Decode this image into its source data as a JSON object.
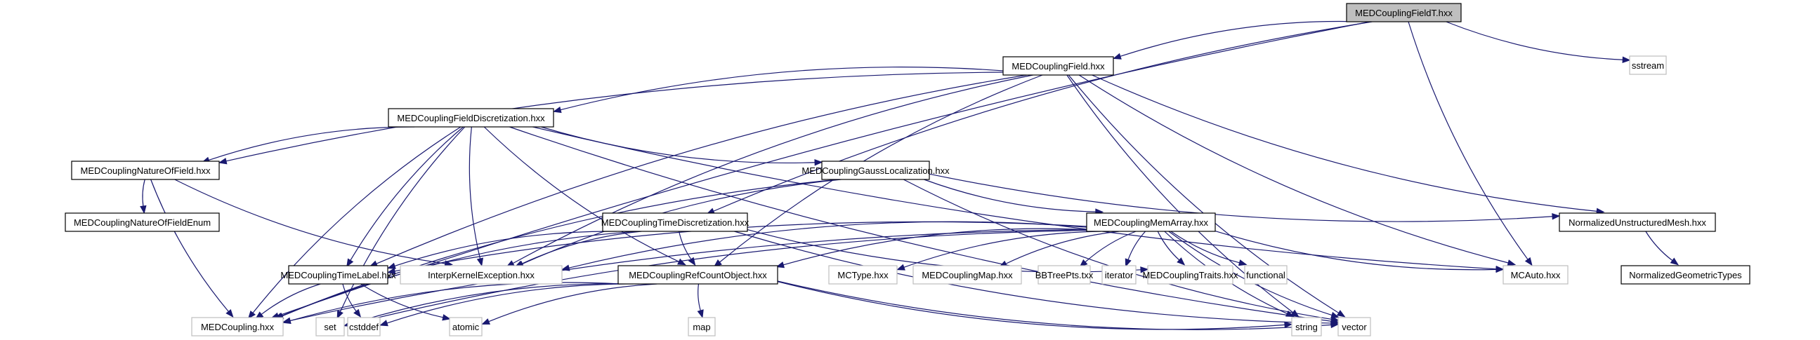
{
  "title": "MEDCouplingFieldT.hxx include dependency graph",
  "colors": {
    "edge": "#191970",
    "root_fill": "#bfbfbf",
    "main_border": "#000000",
    "external_border": "#bfbfbf"
  },
  "nodes": [
    {
      "id": "fieldT",
      "label": "MEDCouplingFieldT.hxx",
      "kind": "root"
    },
    {
      "id": "sstream",
      "label": "sstream",
      "kind": "ext"
    },
    {
      "id": "field",
      "label": "MEDCouplingField.hxx",
      "kind": "main"
    },
    {
      "id": "fdisc",
      "label": "MEDCouplingFieldDiscretization.hxx",
      "kind": "main"
    },
    {
      "id": "nature",
      "label": "MEDCouplingNatureOfField.hxx",
      "kind": "main"
    },
    {
      "id": "natureEnum",
      "label": "MEDCouplingNatureOfFieldEnum",
      "kind": "main"
    },
    {
      "id": "gauss",
      "label": "MEDCouplingGaussLocalization.hxx",
      "kind": "main"
    },
    {
      "id": "normMesh",
      "label": "NormalizedUnstructuredMesh.hxx",
      "kind": "main"
    },
    {
      "id": "tdisc",
      "label": "MEDCouplingTimeDiscretization.hxx",
      "kind": "main"
    },
    {
      "id": "memarray",
      "label": "MEDCouplingMemArray.hxx",
      "kind": "main"
    },
    {
      "id": "timelabel",
      "label": "MEDCouplingTimeLabel.hxx",
      "kind": "main"
    },
    {
      "id": "interpExc",
      "label": "InterpKernelException.hxx",
      "kind": "ext"
    },
    {
      "id": "refcount",
      "label": "MEDCouplingRefCountObject.hxx",
      "kind": "main"
    },
    {
      "id": "mctype",
      "label": "MCType.hxx",
      "kind": "ext"
    },
    {
      "id": "mcmap",
      "label": "MEDCouplingMap.hxx",
      "kind": "ext"
    },
    {
      "id": "bbtree",
      "label": "BBTreePts.txx",
      "kind": "ext"
    },
    {
      "id": "iterator",
      "label": "iterator",
      "kind": "ext"
    },
    {
      "id": "traits",
      "label": "MEDCouplingTraits.hxx",
      "kind": "ext"
    },
    {
      "id": "functional",
      "label": "functional",
      "kind": "ext"
    },
    {
      "id": "mcauto",
      "label": "MCAuto.hxx",
      "kind": "ext"
    },
    {
      "id": "normGeo",
      "label": "NormalizedGeometricTypes",
      "kind": "main"
    },
    {
      "id": "medcoupling",
      "label": "MEDCoupling.hxx",
      "kind": "ext"
    },
    {
      "id": "set",
      "label": "set",
      "kind": "ext"
    },
    {
      "id": "cstddef",
      "label": "cstddef",
      "kind": "ext"
    },
    {
      "id": "atomic",
      "label": "atomic",
      "kind": "ext"
    },
    {
      "id": "map",
      "label": "map",
      "kind": "ext"
    },
    {
      "id": "string",
      "label": "string",
      "kind": "ext"
    },
    {
      "id": "vector",
      "label": "vector",
      "kind": "ext"
    }
  ],
  "edges": [
    [
      "fieldT",
      "field"
    ],
    [
      "fieldT",
      "sstream"
    ],
    [
      "fieldT",
      "tdisc"
    ],
    [
      "fieldT",
      "mcauto"
    ],
    [
      "fieldT",
      "medcoupling"
    ],
    [
      "field",
      "fdisc"
    ],
    [
      "field",
      "nature"
    ],
    [
      "field",
      "normMesh"
    ],
    [
      "field",
      "refcount"
    ],
    [
      "field",
      "interpExc"
    ],
    [
      "field",
      "timelabel"
    ],
    [
      "field",
      "mcauto"
    ],
    [
      "field",
      "string"
    ],
    [
      "field",
      "vector"
    ],
    [
      "fdisc",
      "nature"
    ],
    [
      "fdisc",
      "gauss"
    ],
    [
      "fdisc",
      "timelabel"
    ],
    [
      "fdisc",
      "interpExc"
    ],
    [
      "fdisc",
      "refcount"
    ],
    [
      "fdisc",
      "medcoupling"
    ],
    [
      "fdisc",
      "set"
    ],
    [
      "fdisc",
      "mcauto"
    ],
    [
      "fdisc",
      "vector"
    ],
    [
      "nature",
      "natureEnum"
    ],
    [
      "nature",
      "medcoupling"
    ],
    [
      "nature",
      "interpExc"
    ],
    [
      "gauss",
      "memarray"
    ],
    [
      "gauss",
      "normMesh"
    ],
    [
      "gauss",
      "interpExc"
    ],
    [
      "gauss",
      "medcoupling"
    ],
    [
      "gauss",
      "vector"
    ],
    [
      "normMesh",
      "normGeo"
    ],
    [
      "tdisc",
      "timelabel"
    ],
    [
      "tdisc",
      "refcount"
    ],
    [
      "tdisc",
      "interpExc"
    ],
    [
      "tdisc",
      "medcoupling"
    ],
    [
      "tdisc",
      "traits"
    ],
    [
      "tdisc",
      "vector"
    ],
    [
      "memarray",
      "refcount"
    ],
    [
      "memarray",
      "timelabel"
    ],
    [
      "memarray",
      "interpExc"
    ],
    [
      "memarray",
      "medcoupling"
    ],
    [
      "memarray",
      "mctype"
    ],
    [
      "memarray",
      "mcmap"
    ],
    [
      "memarray",
      "bbtree"
    ],
    [
      "memarray",
      "iterator"
    ],
    [
      "memarray",
      "traits"
    ],
    [
      "memarray",
      "functional"
    ],
    [
      "memarray",
      "mcauto"
    ],
    [
      "memarray",
      "string"
    ],
    [
      "memarray",
      "vector"
    ],
    [
      "memarray",
      "set"
    ],
    [
      "timelabel",
      "medcoupling"
    ],
    [
      "timelabel",
      "cstddef"
    ],
    [
      "timelabel",
      "atomic"
    ],
    [
      "refcount",
      "medcoupling"
    ],
    [
      "refcount",
      "set"
    ],
    [
      "refcount",
      "cstddef"
    ],
    [
      "refcount",
      "atomic"
    ],
    [
      "refcount",
      "map"
    ],
    [
      "refcount",
      "string"
    ],
    [
      "refcount",
      "vector"
    ]
  ]
}
